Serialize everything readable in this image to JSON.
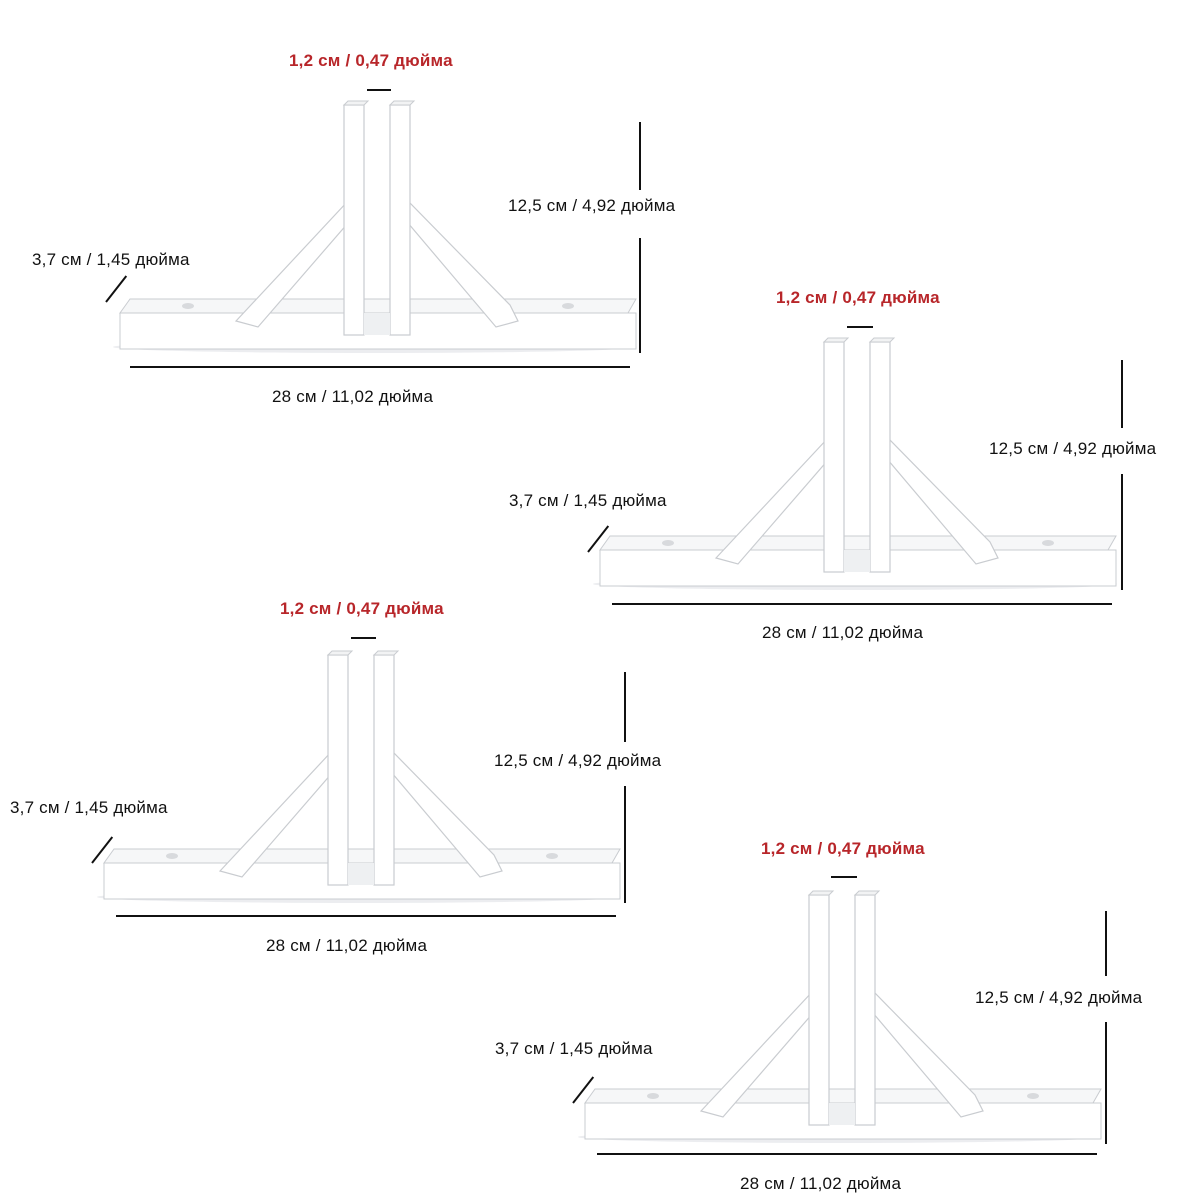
{
  "colors": {
    "text": "#111111",
    "accent": "#b8262a",
    "wood": "#ffffff",
    "wood_edge": "#c9ccd0",
    "shadow": "#e4e6e9"
  },
  "brackets": [
    {
      "gap_label": "1,2 см / 0,47 дюйма",
      "height_label": "12,5 см / 4,92 дюйма",
      "depth_label": "3,7 см / 1,45 дюйма",
      "length_label": "28 см / 11,02 дюйма"
    },
    {
      "gap_label": "1,2 см / 0,47 дюйма",
      "height_label": "12,5 см / 4,92 дюйма",
      "depth_label": "3,7 см / 1,45 дюйма",
      "length_label": "28 см / 11,02 дюйма"
    },
    {
      "gap_label": "1,2 см / 0,47 дюйма",
      "height_label": "12,5 см / 4,92 дюйма",
      "depth_label": "3,7 см / 1,45 дюйма",
      "length_label": "28 см / 11,02 дюйма"
    },
    {
      "gap_label": "1,2 см / 0,47 дюйма",
      "height_label": "12,5 см / 4,92 дюйма",
      "depth_label": "3,7 см / 1,45 дюйма",
      "length_label": "28 см / 11,02 дюйма"
    }
  ]
}
